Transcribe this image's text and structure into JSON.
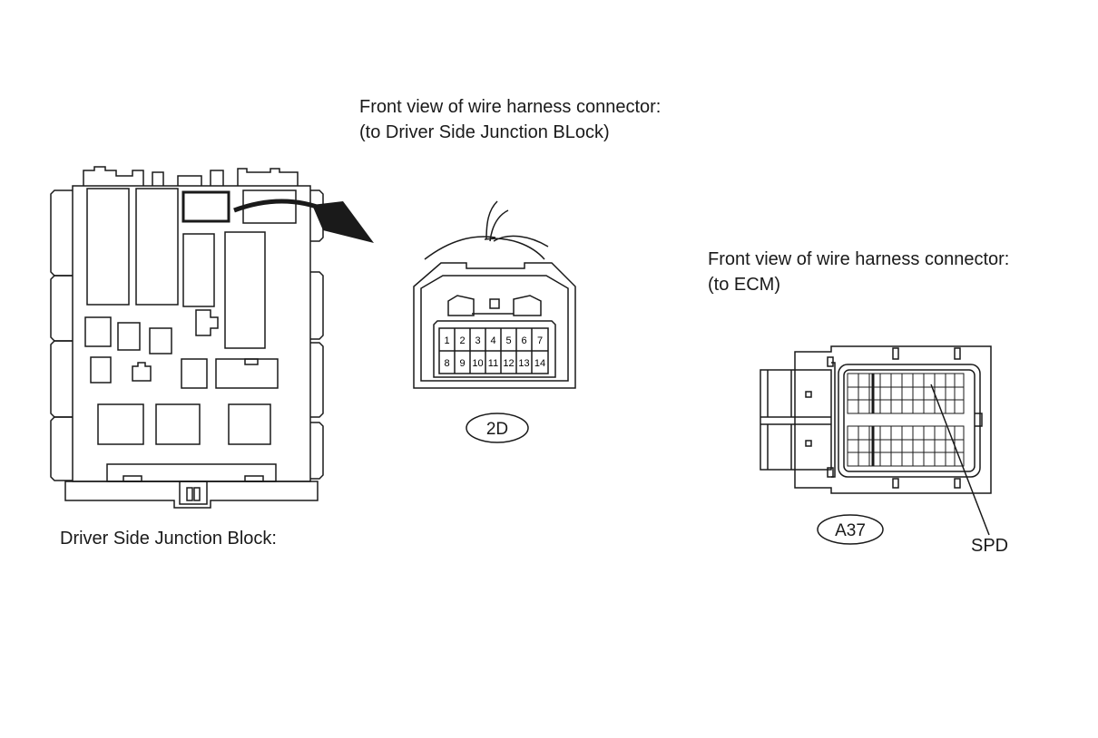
{
  "labels": {
    "conn_2d_title_line1": "Front view of wire harness connector:",
    "conn_2d_title_line2": "(to Driver Side Junction BLock)",
    "conn_a37_title_line1": "Front view of wire harness connector:",
    "conn_a37_title_line2": "(to ECM)",
    "junction_block_caption": "Driver Side Junction Block:",
    "spd_label": "SPD"
  },
  "connector_2d": {
    "tag": "2D",
    "pins_row1": [
      "1",
      "2",
      "3",
      "4",
      "5",
      "6",
      "7"
    ],
    "pins_row2": [
      "8",
      "9",
      "10",
      "11",
      "12",
      "13",
      "14"
    ]
  },
  "connector_a37": {
    "tag": "A37"
  },
  "colors": {
    "line": "#1a1a1a",
    "background": "#ffffff"
  }
}
